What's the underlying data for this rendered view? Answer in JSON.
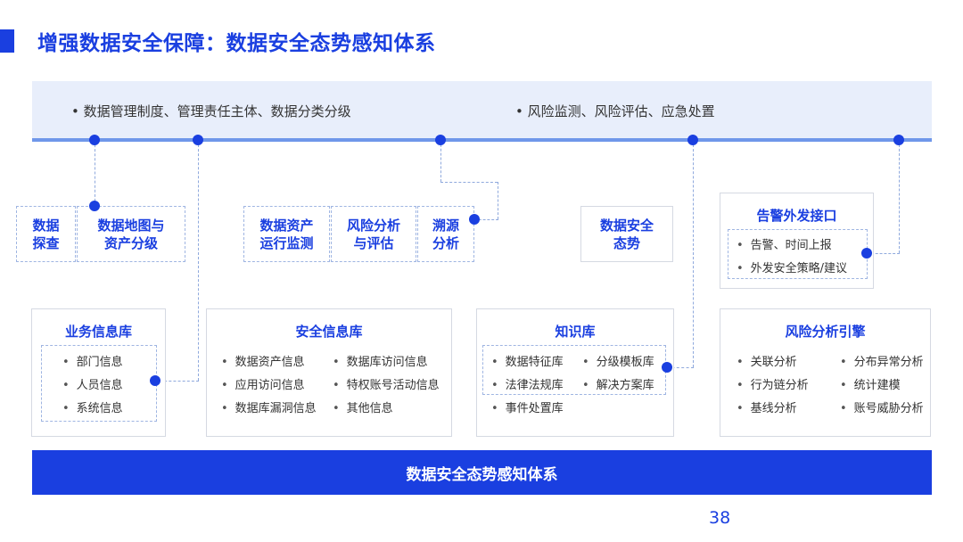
{
  "title": "增强数据安全保障：数据安全态势感知体系",
  "top": {
    "left_text": "数据管理制度、管理责任主体、数据分类分级",
    "right_text": "风险监测、风险评估、应急处置"
  },
  "nodes": {
    "data_probe": "数据\n探查",
    "data_map": "数据地图与\n资产分级",
    "asset_monitor": "数据资产\n运行监测",
    "risk_analysis": "风险分析\n与评估",
    "trace": "溯源\n分析",
    "situation": "数据安全\n态势"
  },
  "alert": {
    "title": "告警外发接口",
    "items": [
      "告警、时间上报",
      "外发安全策略/建议"
    ]
  },
  "business_db": {
    "title": "业务信息库",
    "items": [
      "部门信息",
      "人员信息",
      "系统信息"
    ]
  },
  "security_db": {
    "title": "安全信息库",
    "items": [
      "数据资产信息",
      "数据库访问信息",
      "应用访问信息",
      "特权账号活动信息",
      "数据库漏洞信息",
      "其他信息"
    ]
  },
  "knowledge_db": {
    "title": "知识库",
    "items": [
      "数据特征库",
      "分级模板库",
      "法律法规库",
      "解决方案库",
      "事件处置库"
    ]
  },
  "risk_engine": {
    "title": "风险分析引擎",
    "items": [
      "关联分析",
      "分布异常分析",
      "行为链分析",
      "统计建模",
      "基线分析",
      "账号威胁分析"
    ]
  },
  "bottom_bar": "数据安全态势感知体系",
  "page_number": "38",
  "colors": {
    "primary": "#1a3fe0",
    "band": "#e8eefb",
    "line": "#6f97ea"
  }
}
